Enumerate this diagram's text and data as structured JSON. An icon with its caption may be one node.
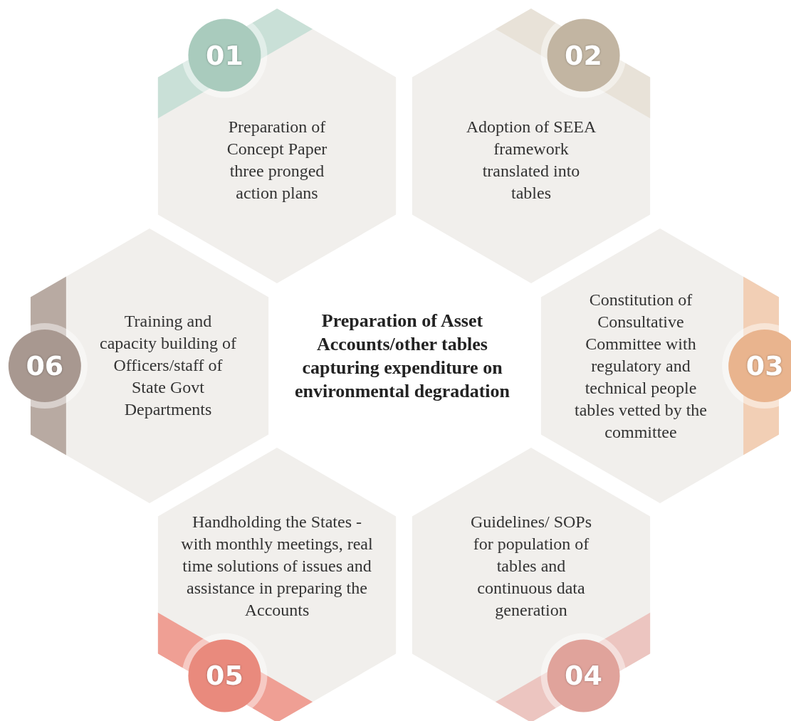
{
  "diagram": {
    "title": "Preparation of Asset Accounts/other tables capturing expenditure on environmental degradation",
    "nodes": [
      {
        "text": [
          "01",
          "Preparation of Concept Paper three pronged action plans"
        ]
      },
      {
        "text": [
          "02",
          "Adoption of SEEA framework translated into tables"
        ]
      },
      {
        "text": [
          "Constitution of Consultative Committee with regulatory and technical people tables vetted by the committee",
          "03"
        ]
      },
      {
        "text": [
          "Guidelines/ SOPs for population of tables and continuous data generation",
          "04"
        ]
      },
      {
        "text": [
          "Handholding the States -with monthly meetings, real time solutions of issues and assistance in preparing the Accounts",
          "05"
        ]
      },
      {
        "text": [
          "06",
          "Training and capacity building of Officers/staff of State Govt Departments"
        ]
      }
    ]
  }
}
